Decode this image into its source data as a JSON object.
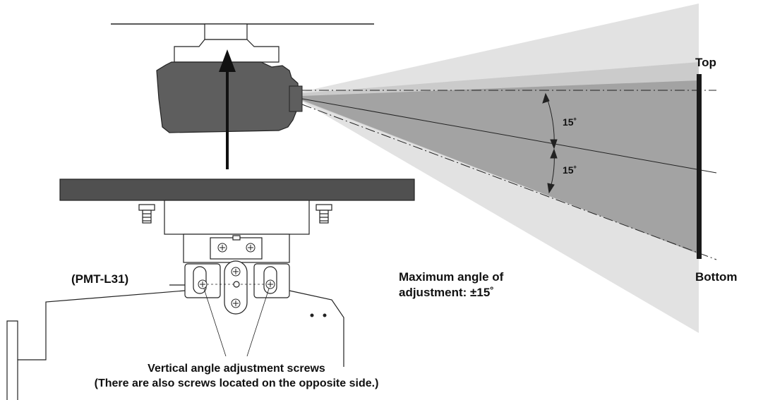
{
  "labels": {
    "top": "Top",
    "bottom": "Bottom",
    "angle_upper": "15˚",
    "angle_lower": "15˚",
    "model": "(PMT-L31)",
    "max_angle_line1": "Maximum angle of",
    "max_angle_line2": "adjustment: ±15˚",
    "screws_line1": "Vertical angle adjustment screws",
    "screws_line2": "(There are also screws located on the opposite side.)"
  },
  "angles": {
    "upper_degrees": 15,
    "lower_degrees": 15,
    "max_adjustment_degrees": 15
  },
  "colors": {
    "outer_cone": "#e2e2e2",
    "light_beam": "#cbcbcb",
    "dark_beam": "#a3a3a3",
    "projector_body": "#5e5e5e",
    "plate": "#505050",
    "screen": "#1a1a1a",
    "line": "#222222"
  }
}
